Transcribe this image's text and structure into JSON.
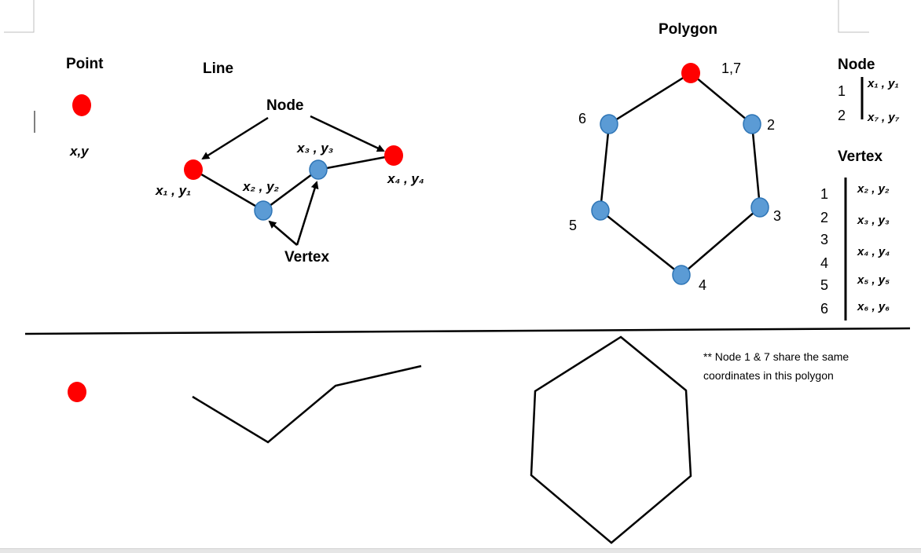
{
  "point": {
    "title": "Point",
    "label": "x,y"
  },
  "line": {
    "title": "Line",
    "node_label": "Node",
    "vertex_label": "Vertex",
    "coords": [
      "x₁ , y₁",
      "x₂ , y₂",
      "x₃ , y₃",
      "x₄ , y₄"
    ]
  },
  "polygon": {
    "title": "Polygon",
    "point_labels": [
      "1,7",
      "2",
      "3",
      "4",
      "5",
      "6"
    ]
  },
  "legend": {
    "node_title": "Node",
    "nodes": [
      {
        "n": "1",
        "c": "x₁ , y₁"
      },
      {
        "n": "2",
        "c": "x₇ , y₇"
      }
    ],
    "vertex_title": "Vertex",
    "vertex_numbers": [
      "1",
      "2",
      "3",
      "4",
      "5",
      "6"
    ],
    "vertex_coords": [
      "x₂ , y₂",
      "x₃ , y₃",
      "x₄ , y₄",
      "x₅ , y₅",
      "x₆ , y₆"
    ]
  },
  "note": {
    "line1": "** Node 1 & 7 share the same",
    "line2": "coordinates in this polygon"
  },
  "colors": {
    "node": "#ff0000",
    "vertex": "#5b9bd5"
  }
}
